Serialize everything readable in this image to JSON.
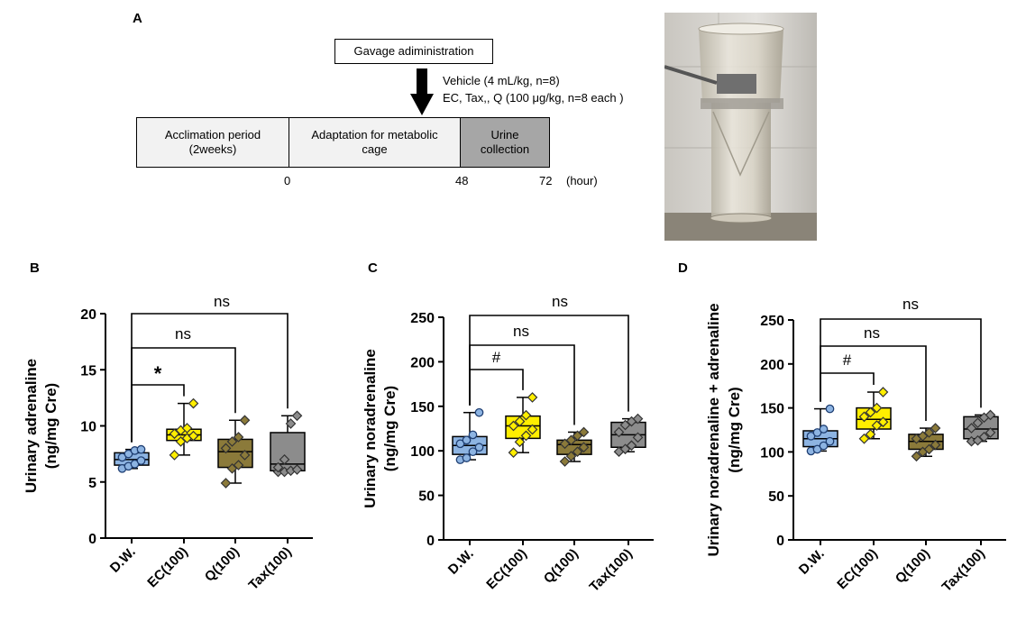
{
  "panel_a": {
    "letter": "A",
    "gavage_label": "Gavage adiministration",
    "dose_lines": [
      "Vehicle (4 mL/kg, n=8)",
      "EC, Tax,, Q  (100 μg/kg, n=8 each )"
    ],
    "segments": [
      "Acclimation period\n(2weeks)",
      "Adaptation for metabolic\ncage",
      "Urine\ncollection"
    ],
    "ticks": [
      "0",
      "48",
      "72"
    ],
    "unit": "(hour)"
  },
  "chart_data": [
    {
      "type": "box",
      "panel": "B",
      "ylabel": [
        "Urinary adrenaline",
        "(ng/mg Cre)"
      ],
      "ylim": [
        0,
        20
      ],
      "yticks": [
        0,
        5,
        10,
        15,
        20
      ],
      "categories": [
        "D.W.",
        "EC(100)",
        "Q(100)",
        "Tax(100)"
      ],
      "colors": [
        "#8db4e2",
        "#ffee00",
        "#8b7a3a",
        "#8c8c8c"
      ],
      "markers": [
        "circle",
        "diamond",
        "diamond",
        "diamond"
      ],
      "boxes": [
        {
          "min": 6.2,
          "q1": 6.5,
          "median": 7.0,
          "q3": 7.6,
          "max": 7.9
        },
        {
          "min": 7.4,
          "q1": 8.7,
          "median": 9.2,
          "q3": 9.7,
          "max": 12.0
        },
        {
          "min": 4.9,
          "q1": 6.3,
          "median": 7.7,
          "q3": 8.8,
          "max": 10.5
        },
        {
          "min": 5.9,
          "q1": 6.0,
          "median": 6.6,
          "q3": 9.4,
          "max": 10.9
        }
      ],
      "points": [
        [
          6.2,
          6.4,
          6.6,
          6.9,
          7.2,
          7.5,
          7.8,
          7.9
        ],
        [
          7.4,
          8.6,
          8.9,
          9.1,
          9.3,
          9.6,
          9.8,
          12.0
        ],
        [
          4.9,
          6.2,
          6.5,
          7.4,
          8.0,
          8.6,
          9.0,
          10.5
        ],
        [
          5.9,
          5.9,
          6.0,
          6.1,
          6.3,
          7.0,
          10.2,
          10.9
        ]
      ],
      "brackets": [
        {
          "to": 1,
          "label": "*"
        },
        {
          "to": 2,
          "label": "ns"
        },
        {
          "to": 3,
          "label": "ns"
        }
      ]
    },
    {
      "type": "box",
      "panel": "C",
      "ylabel": [
        "Urinary noradrenaline",
        "(ng/mg Cre)"
      ],
      "ylim": [
        0,
        250
      ],
      "yticks": [
        0,
        50,
        100,
        150,
        200,
        250
      ],
      "categories": [
        "D.W.",
        "EC(100)",
        "Q(100)",
        "Tax(100)"
      ],
      "colors": [
        "#8db4e2",
        "#ffee00",
        "#8b7a3a",
        "#8c8c8c"
      ],
      "markers": [
        "circle",
        "diamond",
        "diamond",
        "diamond"
      ],
      "boxes": [
        {
          "min": 90,
          "q1": 96,
          "median": 106,
          "q3": 116,
          "max": 143
        },
        {
          "min": 98,
          "q1": 114,
          "median": 128,
          "q3": 139,
          "max": 160
        },
        {
          "min": 88,
          "q1": 96,
          "median": 107,
          "q3": 112,
          "max": 121
        },
        {
          "min": 99,
          "q1": 104,
          "median": 118,
          "q3": 132,
          "max": 136
        }
      ],
      "points": [
        [
          90,
          92,
          99,
          104,
          108,
          112,
          118,
          143
        ],
        [
          98,
          110,
          117,
          124,
          128,
          133,
          140,
          160
        ],
        [
          88,
          94,
          99,
          104,
          108,
          112,
          117,
          121
        ],
        [
          99,
          102,
          106,
          115,
          121,
          129,
          133,
          136
        ]
      ],
      "brackets": [
        {
          "to": 1,
          "label": "#"
        },
        {
          "to": 2,
          "label": "ns"
        },
        {
          "to": 3,
          "label": "ns"
        }
      ]
    },
    {
      "type": "box",
      "panel": "D",
      "ylabel": [
        "Urinary noradrenaline + adrenaline",
        "(ng/mg Cre)"
      ],
      "ylim": [
        0,
        250
      ],
      "yticks": [
        0,
        50,
        100,
        150,
        200,
        250
      ],
      "categories": [
        "D.W.",
        "EC(100)",
        "Q(100)",
        "Tax(100)"
      ],
      "colors": [
        "#8db4e2",
        "#ffee00",
        "#8b7a3a",
        "#8c8c8c"
      ],
      "markers": [
        "circle",
        "diamond",
        "diamond",
        "diamond"
      ],
      "boxes": [
        {
          "min": 101,
          "q1": 106,
          "median": 115,
          "q3": 124,
          "max": 149
        },
        {
          "min": 115,
          "q1": 126,
          "median": 137,
          "q3": 150,
          "max": 168
        },
        {
          "min": 95,
          "q1": 103,
          "median": 112,
          "q3": 120,
          "max": 127
        },
        {
          "min": 112,
          "q1": 115,
          "median": 126,
          "q3": 140,
          "max": 142
        }
      ],
      "points": [
        [
          101,
          103,
          107,
          112,
          118,
          122,
          126,
          149
        ],
        [
          115,
          120,
          130,
          134,
          140,
          145,
          150,
          168
        ],
        [
          95,
          100,
          103,
          108,
          115,
          118,
          122,
          127
        ],
        [
          112,
          113,
          117,
          122,
          127,
          133,
          139,
          142
        ]
      ],
      "brackets": [
        {
          "to": 1,
          "label": "#"
        },
        {
          "to": 2,
          "label": "ns"
        },
        {
          "to": 3,
          "label": "ns"
        }
      ]
    }
  ]
}
